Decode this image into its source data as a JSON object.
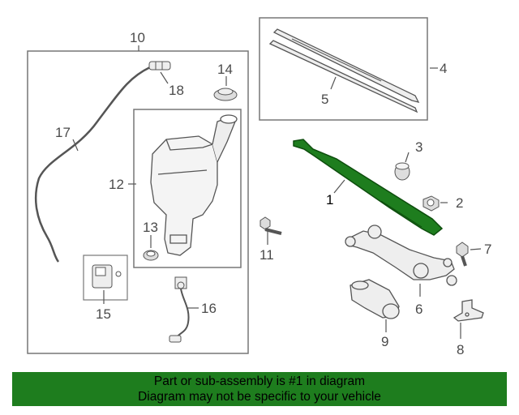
{
  "callouts": {
    "c1": "1",
    "c2": "2",
    "c3": "3",
    "c4": "4",
    "c5": "5",
    "c6": "6",
    "c7": "7",
    "c8": "8",
    "c9": "9",
    "c10": "10",
    "c11": "11",
    "c12": "12",
    "c13": "13",
    "c14": "14",
    "c15": "15",
    "c16": "16",
    "c17": "17",
    "c18": "18"
  },
  "banner": {
    "line1": "Part or sub-assembly is #1 in diagram",
    "line2": "Diagram may not be specific to your vehicle"
  },
  "colors": {
    "highlight": "#1e7d1e",
    "banner_bg": "#1e7d1e",
    "line": "#555555"
  }
}
